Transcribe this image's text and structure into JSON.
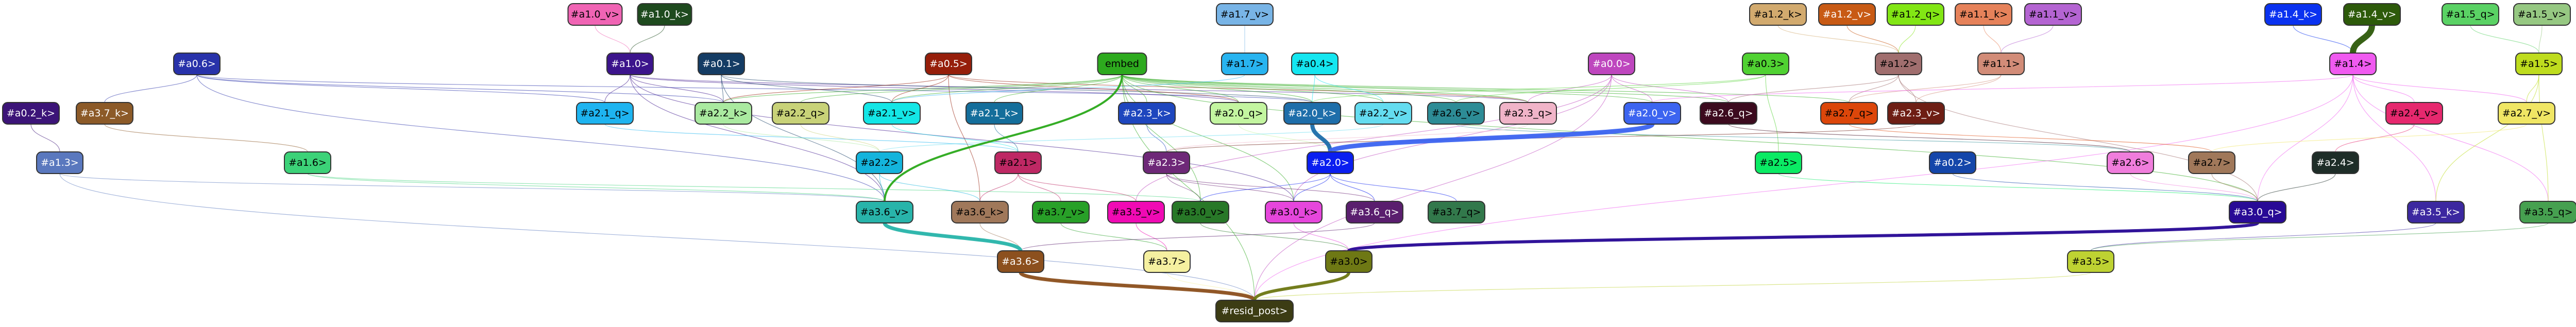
{
  "nodes": [
    {
      "id": "a1.0_v",
      "label": "#a1.0_v>",
      "color": "#f064b4",
      "text": "#000000"
    },
    {
      "id": "a1.0_k",
      "label": "#a1.0_k>",
      "color": "#1e4a1e",
      "text": "#ffffff"
    },
    {
      "id": "a1.7_v",
      "label": "#a1.7_v>",
      "color": "#78b4e6",
      "text": "#000000"
    },
    {
      "id": "a1.2_k",
      "label": "#a1.2_k>",
      "color": "#d2aa6e",
      "text": "#000000"
    },
    {
      "id": "a1.2_v",
      "label": "#a1.2_v>",
      "color": "#c85a14",
      "text": "#ffffff"
    },
    {
      "id": "a1.2_q",
      "label": "#a1.2_q>",
      "color": "#82e614",
      "text": "#000000"
    },
    {
      "id": "a1.1_k",
      "label": "#a1.1_k>",
      "color": "#e6825a",
      "text": "#000000"
    },
    {
      "id": "a1.1_v",
      "label": "#a1.1_v>",
      "color": "#b464d2",
      "text": "#000000"
    },
    {
      "id": "a1.4_k",
      "label": "#a1.4_k>",
      "color": "#0a32f0",
      "text": "#ffffff"
    },
    {
      "id": "a1.4_v",
      "label": "#a1.4_v>",
      "color": "#2d5a0a",
      "text": "#ffffff"
    },
    {
      "id": "a1.5_q",
      "label": "#a1.5_q>",
      "color": "#5ad264",
      "text": "#000000"
    },
    {
      "id": "a1.5_v",
      "label": "#a1.5_v>",
      "color": "#96c882",
      "text": "#000000"
    },
    {
      "id": "a0.6",
      "label": "#a0.6>",
      "color": "#2832aa",
      "text": "#ffffff"
    },
    {
      "id": "a1.0",
      "label": "#a1.0>",
      "color": "#3c148c",
      "text": "#ffffff"
    },
    {
      "id": "a0.1",
      "label": "#a0.1>",
      "color": "#143c64",
      "text": "#ffffff"
    },
    {
      "id": "a0.5",
      "label": "#a0.5>",
      "color": "#961e0a",
      "text": "#ffffff"
    },
    {
      "id": "embed",
      "label": "embed",
      "color": "#2daa1e",
      "text": "#000000"
    },
    {
      "id": "a1.7",
      "label": "#a1.7>",
      "color": "#28b4f0",
      "text": "#000000"
    },
    {
      "id": "a0.4",
      "label": "#a0.4>",
      "color": "#14e6f0",
      "text": "#000000"
    },
    {
      "id": "a0.0",
      "label": "#a0.0>",
      "color": "#be46be",
      "text": "#ffffff"
    },
    {
      "id": "a0.3",
      "label": "#a0.3>",
      "color": "#50d232",
      "text": "#000000"
    },
    {
      "id": "a1.2",
      "label": "#a1.2>",
      "color": "#a06e6e",
      "text": "#000000"
    },
    {
      "id": "a1.1",
      "label": "#a1.1>",
      "color": "#d28c78",
      "text": "#000000"
    },
    {
      "id": "a1.4",
      "label": "#a1.4>",
      "color": "#f05af0",
      "text": "#000000"
    },
    {
      "id": "a1.5",
      "label": "#a1.5>",
      "color": "#bedc1e",
      "text": "#000000"
    },
    {
      "id": "a0.2_k",
      "label": "#a0.2_k>",
      "color": "#3c1478",
      "text": "#ffffff"
    },
    {
      "id": "a3.7_k",
      "label": "#a3.7_k>",
      "color": "#8c5a28",
      "text": "#ffffff"
    },
    {
      "id": "a2.1_q",
      "label": "#a2.1_q>",
      "color": "#1eb4f0",
      "text": "#000000"
    },
    {
      "id": "a2.2_k",
      "label": "#a2.2_k>",
      "color": "#aaeaa0",
      "text": "#000000"
    },
    {
      "id": "a2.2_q",
      "label": "#a2.2_q>",
      "color": "#c8d278",
      "text": "#000000"
    },
    {
      "id": "a2.1_v",
      "label": "#a2.1_v>",
      "color": "#14e6e6",
      "text": "#000000"
    },
    {
      "id": "a2.1_k",
      "label": "#a2.1_k>",
      "color": "#146e9b",
      "text": "#ffffff"
    },
    {
      "id": "a2.3_k",
      "label": "#a2.3_k>",
      "color": "#1e46be",
      "text": "#ffffff"
    },
    {
      "id": "a2.0_q",
      "label": "#a2.0_q>",
      "color": "#c3f5a0",
      "text": "#000000"
    },
    {
      "id": "a2.0_k",
      "label": "#a2.0_k>",
      "color": "#1e6eaa",
      "text": "#ffffff"
    },
    {
      "id": "a2.2_v",
      "label": "#a2.2_v>",
      "color": "#64dcf0",
      "text": "#000000"
    },
    {
      "id": "a2.6_v",
      "label": "#a2.6_v>",
      "color": "#2d8c96",
      "text": "#000000"
    },
    {
      "id": "a2.3_q",
      "label": "#a2.3_q>",
      "color": "#f0b4c8",
      "text": "#000000"
    },
    {
      "id": "a2.0_v",
      "label": "#a2.0_v>",
      "color": "#3c64f0",
      "text": "#ffffff"
    },
    {
      "id": "a2.6_q",
      "label": "#a2.6_q>",
      "color": "#3c0a1e",
      "text": "#ffffff"
    },
    {
      "id": "a2.7_q",
      "label": "#a2.7_q>",
      "color": "#dc460a",
      "text": "#000000"
    },
    {
      "id": "a2.3_v",
      "label": "#a2.3_v>",
      "color": "#6e1e14",
      "text": "#ffffff"
    },
    {
      "id": "a2.4_v",
      "label": "#a2.4_v>",
      "color": "#e6286e",
      "text": "#000000"
    },
    {
      "id": "a2.7_v",
      "label": "#a2.7_v>",
      "color": "#f0e664",
      "text": "#000000"
    },
    {
      "id": "a1.3",
      "label": "#a1.3>",
      "color": "#5a78be",
      "text": "#ffffff"
    },
    {
      "id": "a1.6",
      "label": "#a1.6>",
      "color": "#3cd278",
      "text": "#000000"
    },
    {
      "id": "a2.2",
      "label": "#a2.2>",
      "color": "#14b4dc",
      "text": "#000000"
    },
    {
      "id": "a2.1",
      "label": "#a2.1>",
      "color": "#be2864",
      "text": "#000000"
    },
    {
      "id": "a2.3",
      "label": "#a2.3>",
      "color": "#6e2878",
      "text": "#ffffff"
    },
    {
      "id": "a2.0",
      "label": "#a2.0>",
      "color": "#0a1ef0",
      "text": "#ffffff"
    },
    {
      "id": "a2.5",
      "label": "#a2.5>",
      "color": "#0aeb64",
      "text": "#000000"
    },
    {
      "id": "a0.2",
      "label": "#a0.2>",
      "color": "#1446aa",
      "text": "#ffffff"
    },
    {
      "id": "a2.6",
      "label": "#a2.6>",
      "color": "#f07ddc",
      "text": "#000000"
    },
    {
      "id": "a2.7",
      "label": "#a2.7>",
      "color": "#a0785a",
      "text": "#000000"
    },
    {
      "id": "a2.4",
      "label": "#a2.4>",
      "color": "#1e2d28",
      "text": "#ffffff"
    },
    {
      "id": "a3.6_v",
      "label": "#a3.6_v>",
      "color": "#28b4aa",
      "text": "#000000"
    },
    {
      "id": "a3.6_k",
      "label": "#a3.6_k>",
      "color": "#a0785a",
      "text": "#000000"
    },
    {
      "id": "a3.7_v",
      "label": "#a3.7_v>",
      "color": "#28a028",
      "text": "#000000"
    },
    {
      "id": "a3.5_v",
      "label": "#a3.5_v>",
      "color": "#f00ab4",
      "text": "#000000"
    },
    {
      "id": "a3.0_v",
      "label": "#a3.0_v>",
      "color": "#287828",
      "text": "#000000"
    },
    {
      "id": "a3.0_k",
      "label": "#a3.0_k>",
      "color": "#e646dc",
      "text": "#000000"
    },
    {
      "id": "a3.6_q",
      "label": "#a3.6_q>",
      "color": "#5a1e6e",
      "text": "#ffffff"
    },
    {
      "id": "a3.7_q",
      "label": "#a3.7_q>",
      "color": "#32784b",
      "text": "#000000"
    },
    {
      "id": "a3.0_q",
      "label": "#a3.0_q>",
      "color": "#280a96",
      "text": "#ffffff"
    },
    {
      "id": "a3.5_k",
      "label": "#a3.5_k>",
      "color": "#3c28a0",
      "text": "#ffffff"
    },
    {
      "id": "a3.5_q",
      "label": "#a3.5_q>",
      "color": "#46a050",
      "text": "#000000"
    },
    {
      "id": "a3.6",
      "label": "#a3.6>",
      "color": "#8c501e",
      "text": "#ffffff"
    },
    {
      "id": "a3.7",
      "label": "#a3.7>",
      "color": "#f5f0a0",
      "text": "#000000"
    },
    {
      "id": "a3.0",
      "label": "#a3.0>",
      "color": "#6e7814",
      "text": "#000000"
    },
    {
      "id": "a3.5",
      "label": "#a3.5>",
      "color": "#bed232",
      "text": "#000000"
    },
    {
      "id": "resid_post",
      "label": "#resid_post>",
      "color": "#3c3c14",
      "text": "#ffffff"
    }
  ],
  "edges": [
    [
      "a1.0_v",
      "a1.0"
    ],
    [
      "a1.0_k",
      "a1.0"
    ],
    [
      "a1.7_v",
      "a1.7"
    ],
    [
      "a1.2_k",
      "a1.2"
    ],
    [
      "a1.2_v",
      "a1.2"
    ],
    [
      "a1.2_q",
      "a1.2"
    ],
    [
      "a1.1_k",
      "a1.1"
    ],
    [
      "a1.1_v",
      "a1.1"
    ],
    [
      "a1.4_k",
      "a1.4"
    ],
    [
      "a1.4_v",
      "a1.4"
    ],
    [
      "a1.5_q",
      "a1.5"
    ],
    [
      "a1.5_v",
      "a1.5"
    ],
    [
      "a0.6",
      "a3.7_k"
    ],
    [
      "a0.6",
      "a2.1_q"
    ],
    [
      "a0.6",
      "a2.2_k"
    ],
    [
      "a0.6",
      "a3.6_v"
    ],
    [
      "a0.6",
      "a2.0_k"
    ],
    [
      "a1.0",
      "a2.2_k"
    ],
    [
      "a1.0",
      "a2.1_q"
    ],
    [
      "a1.0",
      "a2.3_q"
    ],
    [
      "a1.0",
      "a3.6_v"
    ],
    [
      "a1.0",
      "a2.0_q"
    ],
    [
      "a1.0",
      "a3.0_k"
    ],
    [
      "a0.1",
      "a2.2_k"
    ],
    [
      "a0.1",
      "a2.1_v"
    ],
    [
      "a0.1",
      "a2.0_k"
    ],
    [
      "a0.1",
      "a3.6_v"
    ],
    [
      "a0.5",
      "a2.2_k"
    ],
    [
      "a0.5",
      "a2.1_v"
    ],
    [
      "a0.5",
      "a2.0_q"
    ],
    [
      "a0.5",
      "a2.3_q"
    ],
    [
      "a0.5",
      "a3.6_k"
    ],
    [
      "embed",
      "a2.2_k"
    ],
    [
      "embed",
      "a2.2_q"
    ],
    [
      "embed",
      "a2.1_v"
    ],
    [
      "embed",
      "a2.1_k"
    ],
    [
      "embed",
      "a2.3_k"
    ],
    [
      "embed",
      "a2.0_q"
    ],
    [
      "embed",
      "a2.0_k"
    ],
    [
      "embed",
      "a2.2_v"
    ],
    [
      "embed",
      "a2.6_v"
    ],
    [
      "embed",
      "a2.3_q"
    ],
    [
      "embed",
      "a2.0_v"
    ],
    [
      "embed",
      "a2.6_q"
    ],
    [
      "embed",
      "a3.6_v"
    ],
    [
      "embed",
      "a3.0_v"
    ],
    [
      "embed",
      "a3.0_k"
    ],
    [
      "embed",
      "a2.7_q"
    ],
    [
      "embed",
      "a3.0_q"
    ],
    [
      "a1.7",
      "a2.1_v"
    ],
    [
      "a0.4",
      "a2.0_k"
    ],
    [
      "a0.4",
      "a2.2_v"
    ],
    [
      "a0.0",
      "a2.0_v"
    ],
    [
      "a0.0",
      "a2.6_q"
    ],
    [
      "a0.0",
      "a2.3_q"
    ],
    [
      "a0.0",
      "a3.0_k"
    ],
    [
      "a0.0",
      "a3.5_v"
    ],
    [
      "a0.3",
      "a2.0_k"
    ],
    [
      "a0.3",
      "a2.6_v"
    ],
    [
      "a0.3",
      "a2.5"
    ],
    [
      "a1.2",
      "a2.7_q"
    ],
    [
      "a1.2",
      "a2.3_v"
    ],
    [
      "a1.2",
      "a2.6_q"
    ],
    [
      "a1.2",
      "a3.0_q"
    ],
    [
      "a1.1",
      "a2.7_q"
    ],
    [
      "a1.1",
      "a2.3_v"
    ],
    [
      "a1.4",
      "a2.0_v"
    ],
    [
      "a1.4",
      "a2.4_v"
    ],
    [
      "a1.4",
      "a2.7_v"
    ],
    [
      "a1.4",
      "a3.0_q"
    ],
    [
      "a1.4",
      "a3.5_k"
    ],
    [
      "a1.4",
      "a3.5_q"
    ],
    [
      "a1.4",
      "resid_post"
    ],
    [
      "a1.5",
      "a2.7_v"
    ],
    [
      "a1.5",
      "a3.5_k"
    ],
    [
      "a1.5",
      "a3.5_q"
    ],
    [
      "a0.2_k",
      "a1.3"
    ],
    [
      "a3.7_k",
      "a1.6"
    ],
    [
      "a2.1_q",
      "a2.1"
    ],
    [
      "a2.2_k",
      "a2.2"
    ],
    [
      "a2.2_q",
      "a2.2"
    ],
    [
      "a2.1_v",
      "a2.1"
    ],
    [
      "a2.1_k",
      "a2.1"
    ],
    [
      "a2.3_k",
      "a2.3"
    ],
    [
      "a2.0_q",
      "a2.0"
    ],
    [
      "a2.0_k",
      "a2.0"
    ],
    [
      "a2.2_v",
      "a2.2"
    ],
    [
      "a2.6_v",
      "a2.6"
    ],
    [
      "a2.3_q",
      "a2.3"
    ],
    [
      "a2.0_v",
      "a2.0"
    ],
    [
      "a2.6_q",
      "a2.6"
    ],
    [
      "a2.7_q",
      "a2.7"
    ],
    [
      "a2.3_v",
      "a2.3"
    ],
    [
      "a2.4_v",
      "a2.4"
    ],
    [
      "a2.7_v",
      "a2.7"
    ],
    [
      "a1.3",
      "resid_post"
    ],
    [
      "a1.3",
      "a3.6_v"
    ],
    [
      "a1.6",
      "a3.6_v"
    ],
    [
      "a1.6",
      "a3.0_v"
    ],
    [
      "a2.2",
      "a3.6_v"
    ],
    [
      "a2.2",
      "a3.6_k"
    ],
    [
      "a2.1",
      "a3.6_k"
    ],
    [
      "a2.1",
      "a3.7_v"
    ],
    [
      "a2.1",
      "a3.5_v"
    ],
    [
      "a2.3",
      "a3.0_k"
    ],
    [
      "a2.3",
      "a3.6_q"
    ],
    [
      "a2.3",
      "a3.0_v"
    ],
    [
      "a2.0",
      "a3.0_k"
    ],
    [
      "a2.0",
      "a3.6_q"
    ],
    [
      "a2.0",
      "a3.7_q"
    ],
    [
      "a2.0",
      "a3.0_v"
    ],
    [
      "a2.5",
      "a3.0_q"
    ],
    [
      "a0.2",
      "a3.0_q"
    ],
    [
      "a2.6",
      "a3.0_q"
    ],
    [
      "a2.7",
      "a3.0_q"
    ],
    [
      "a2.4",
      "a3.0_q"
    ],
    [
      "a3.6_v",
      "a3.6"
    ],
    [
      "a3.6_k",
      "a3.6"
    ],
    [
      "a3.7_v",
      "a3.7"
    ],
    [
      "a3.5_v",
      "a3.7"
    ],
    [
      "a3.0_v",
      "a3.0"
    ],
    [
      "a3.0_k",
      "a3.0"
    ],
    [
      "a3.6_q",
      "a3.6"
    ],
    [
      "a3.0_q",
      "a3.0"
    ],
    [
      "a3.5_k",
      "a3.5"
    ],
    [
      "a3.5_q",
      "a3.5"
    ],
    [
      "a3.6",
      "resid_post"
    ],
    [
      "a3.7",
      "resid_post"
    ],
    [
      "a3.0",
      "resid_post"
    ],
    [
      "a3.5",
      "resid_post"
    ],
    [
      "embed",
      "resid_post"
    ],
    [
      "a0.0",
      "resid_post"
    ]
  ],
  "strong_edges": [
    [
      "a1.4_v",
      "a1.4"
    ],
    [
      "a2.0_k",
      "a2.0"
    ],
    [
      "a2.0_v",
      "a2.0"
    ],
    [
      "a3.0_q",
      "a3.0"
    ],
    [
      "a3.6_v",
      "a3.6"
    ],
    [
      "a3.6",
      "resid_post"
    ],
    [
      "a3.0",
      "resid_post"
    ],
    [
      "embed",
      "a3.6_v"
    ]
  ]
}
